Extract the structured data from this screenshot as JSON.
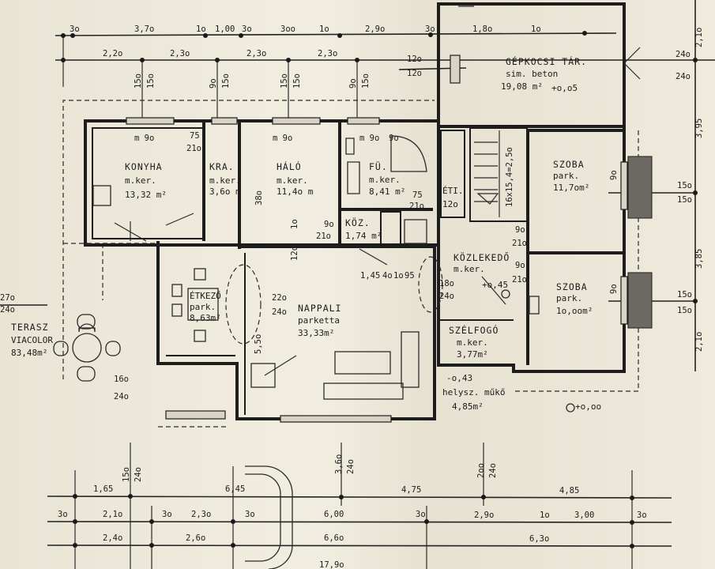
{
  "rooms": {
    "garage": {
      "name": "GÉPKOCSI TÁR.",
      "floor": "sim. beton",
      "area": "19,08 m²",
      "level": "+o,o5"
    },
    "konyha": {
      "name": "KONYHA",
      "floor": "m.ker.",
      "area": "13,32 m²"
    },
    "kamra": {
      "name": "KRA.",
      "floor": "m.ker.",
      "area": "3,6o m"
    },
    "halo": {
      "name": "HÁLÓ",
      "floor": "m.ker.",
      "area": "11,4o m"
    },
    "furdo": {
      "name": "FÜ.",
      "floor": "m.ker.",
      "area": "8,41 m²"
    },
    "kozi": {
      "name": "KÖZ.",
      "area": "1,74 m²"
    },
    "etkezo": {
      "name": "ÉTKEZŐ",
      "floor": "park.",
      "area": "8,63m²"
    },
    "nappali": {
      "name": "NAPPALI",
      "floor": "parketta",
      "area": "33,33m²"
    },
    "terasz": {
      "name": "TERASZ",
      "floor": "VIACOLOR",
      "area": "83,48m²"
    },
    "eti": {
      "name": "ÉTI.",
      "area": "12o"
    },
    "szoba1": {
      "name": "SZOBA",
      "floor": "park.",
      "area": "11,7om²"
    },
    "szoba2": {
      "name": "SZOBA",
      "floor": "park.",
      "area": "1o,oom²"
    },
    "kozlekedo": {
      "name": "KÖZLEKEDŐ",
      "floor": "m.ker.",
      "level": "+o,45"
    },
    "szelfogo": {
      "name": "SZÉLFOGÓ",
      "floor": "m.ker.",
      "area": "3,77m²",
      "level": "-o,43"
    },
    "entrance": {
      "name": "helysz. műkő",
      "area": "4,85m²",
      "level": "+o,oo"
    }
  },
  "dimensions": {
    "top_row1": [
      "3o",
      "3,7o",
      "1o",
      "1,00",
      "3o",
      "3oo",
      "1o",
      "2,9o",
      "3o",
      "1,8o",
      "1o"
    ],
    "top_row2": [
      "2,2o",
      "2,3o",
      "2,3o",
      "2,3o",
      "12o",
      "12o"
    ],
    "top_openings": [
      "15o",
      "15o",
      "9o",
      "15o",
      "15o",
      "15o",
      "9o",
      "15o"
    ],
    "right": [
      "2,1o",
      "24o",
      "24o",
      "3,95",
      "15o",
      "15o",
      "3,85",
      "15o",
      "15o",
      "2,1o"
    ],
    "interior": [
      "m 9o",
      "75",
      "21o",
      "m 9o",
      "m 9o",
      "9o",
      "75",
      "21o",
      "38o",
      "12o",
      "1o",
      "9o",
      "21o",
      "22o",
      "24o",
      "5,5o",
      "1,45",
      "4o",
      "1o",
      "95",
      "16o",
      "24o",
      "27o",
      "24o",
      "18o",
      "24o",
      "9o",
      "21o",
      "9o",
      "21o",
      "16x15,4=2,5o",
      "9o",
      "9o"
    ],
    "bottom_openings": [
      "15o",
      "24o",
      "3,6o",
      "24o",
      "2oo",
      "24o"
    ],
    "bottom_row1": [
      "1,65",
      "6,45",
      "4,75",
      "4,85"
    ],
    "bottom_row2": [
      "3o",
      "2,1o",
      "3o",
      "2,3o",
      "3o",
      "6,00",
      "3o",
      "2,9o",
      "1o",
      "3,00",
      "3o"
    ],
    "bottom_row3": [
      "2,4o",
      "2,6o",
      "6,6o",
      "6,3o"
    ],
    "total": "17,9o"
  }
}
